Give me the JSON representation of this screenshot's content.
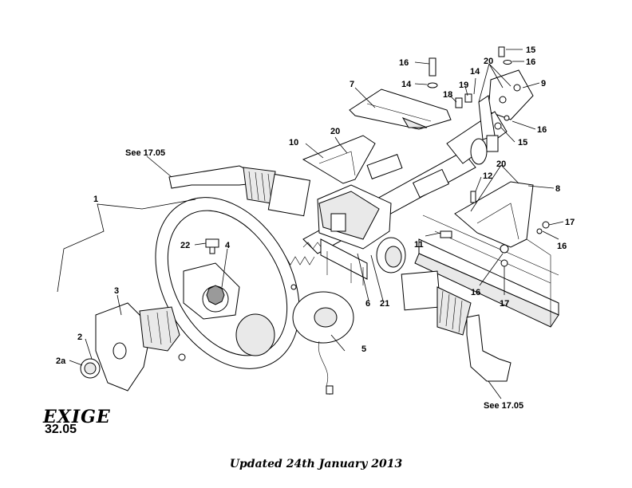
{
  "brand": {
    "logo_text": "EXIGE"
  },
  "page_number": "32.05",
  "footer": {
    "updated": "Updated 24th January 2013"
  },
  "callouts": {
    "c1": "1",
    "c2": "2",
    "c2a": "2a",
    "c3": "3",
    "c4": "4",
    "c5": "5",
    "c6": "6",
    "c7": "7",
    "c8": "8",
    "c9": "9",
    "c10": "10",
    "c11": "11",
    "c12": "12",
    "c14a": "14",
    "c14b": "14",
    "c15a": "15",
    "c15b": "15",
    "c16a": "16",
    "c16b": "16",
    "c16c": "16",
    "c16d": "16",
    "c16e": "16",
    "c17a": "17",
    "c17b": "17",
    "c18": "18",
    "c19": "19",
    "c20a": "20",
    "c20b": "20",
    "c20c": "20",
    "c21": "21",
    "c22": "22",
    "see_top": "See 17.05",
    "see_bottom": "See 17.05"
  }
}
